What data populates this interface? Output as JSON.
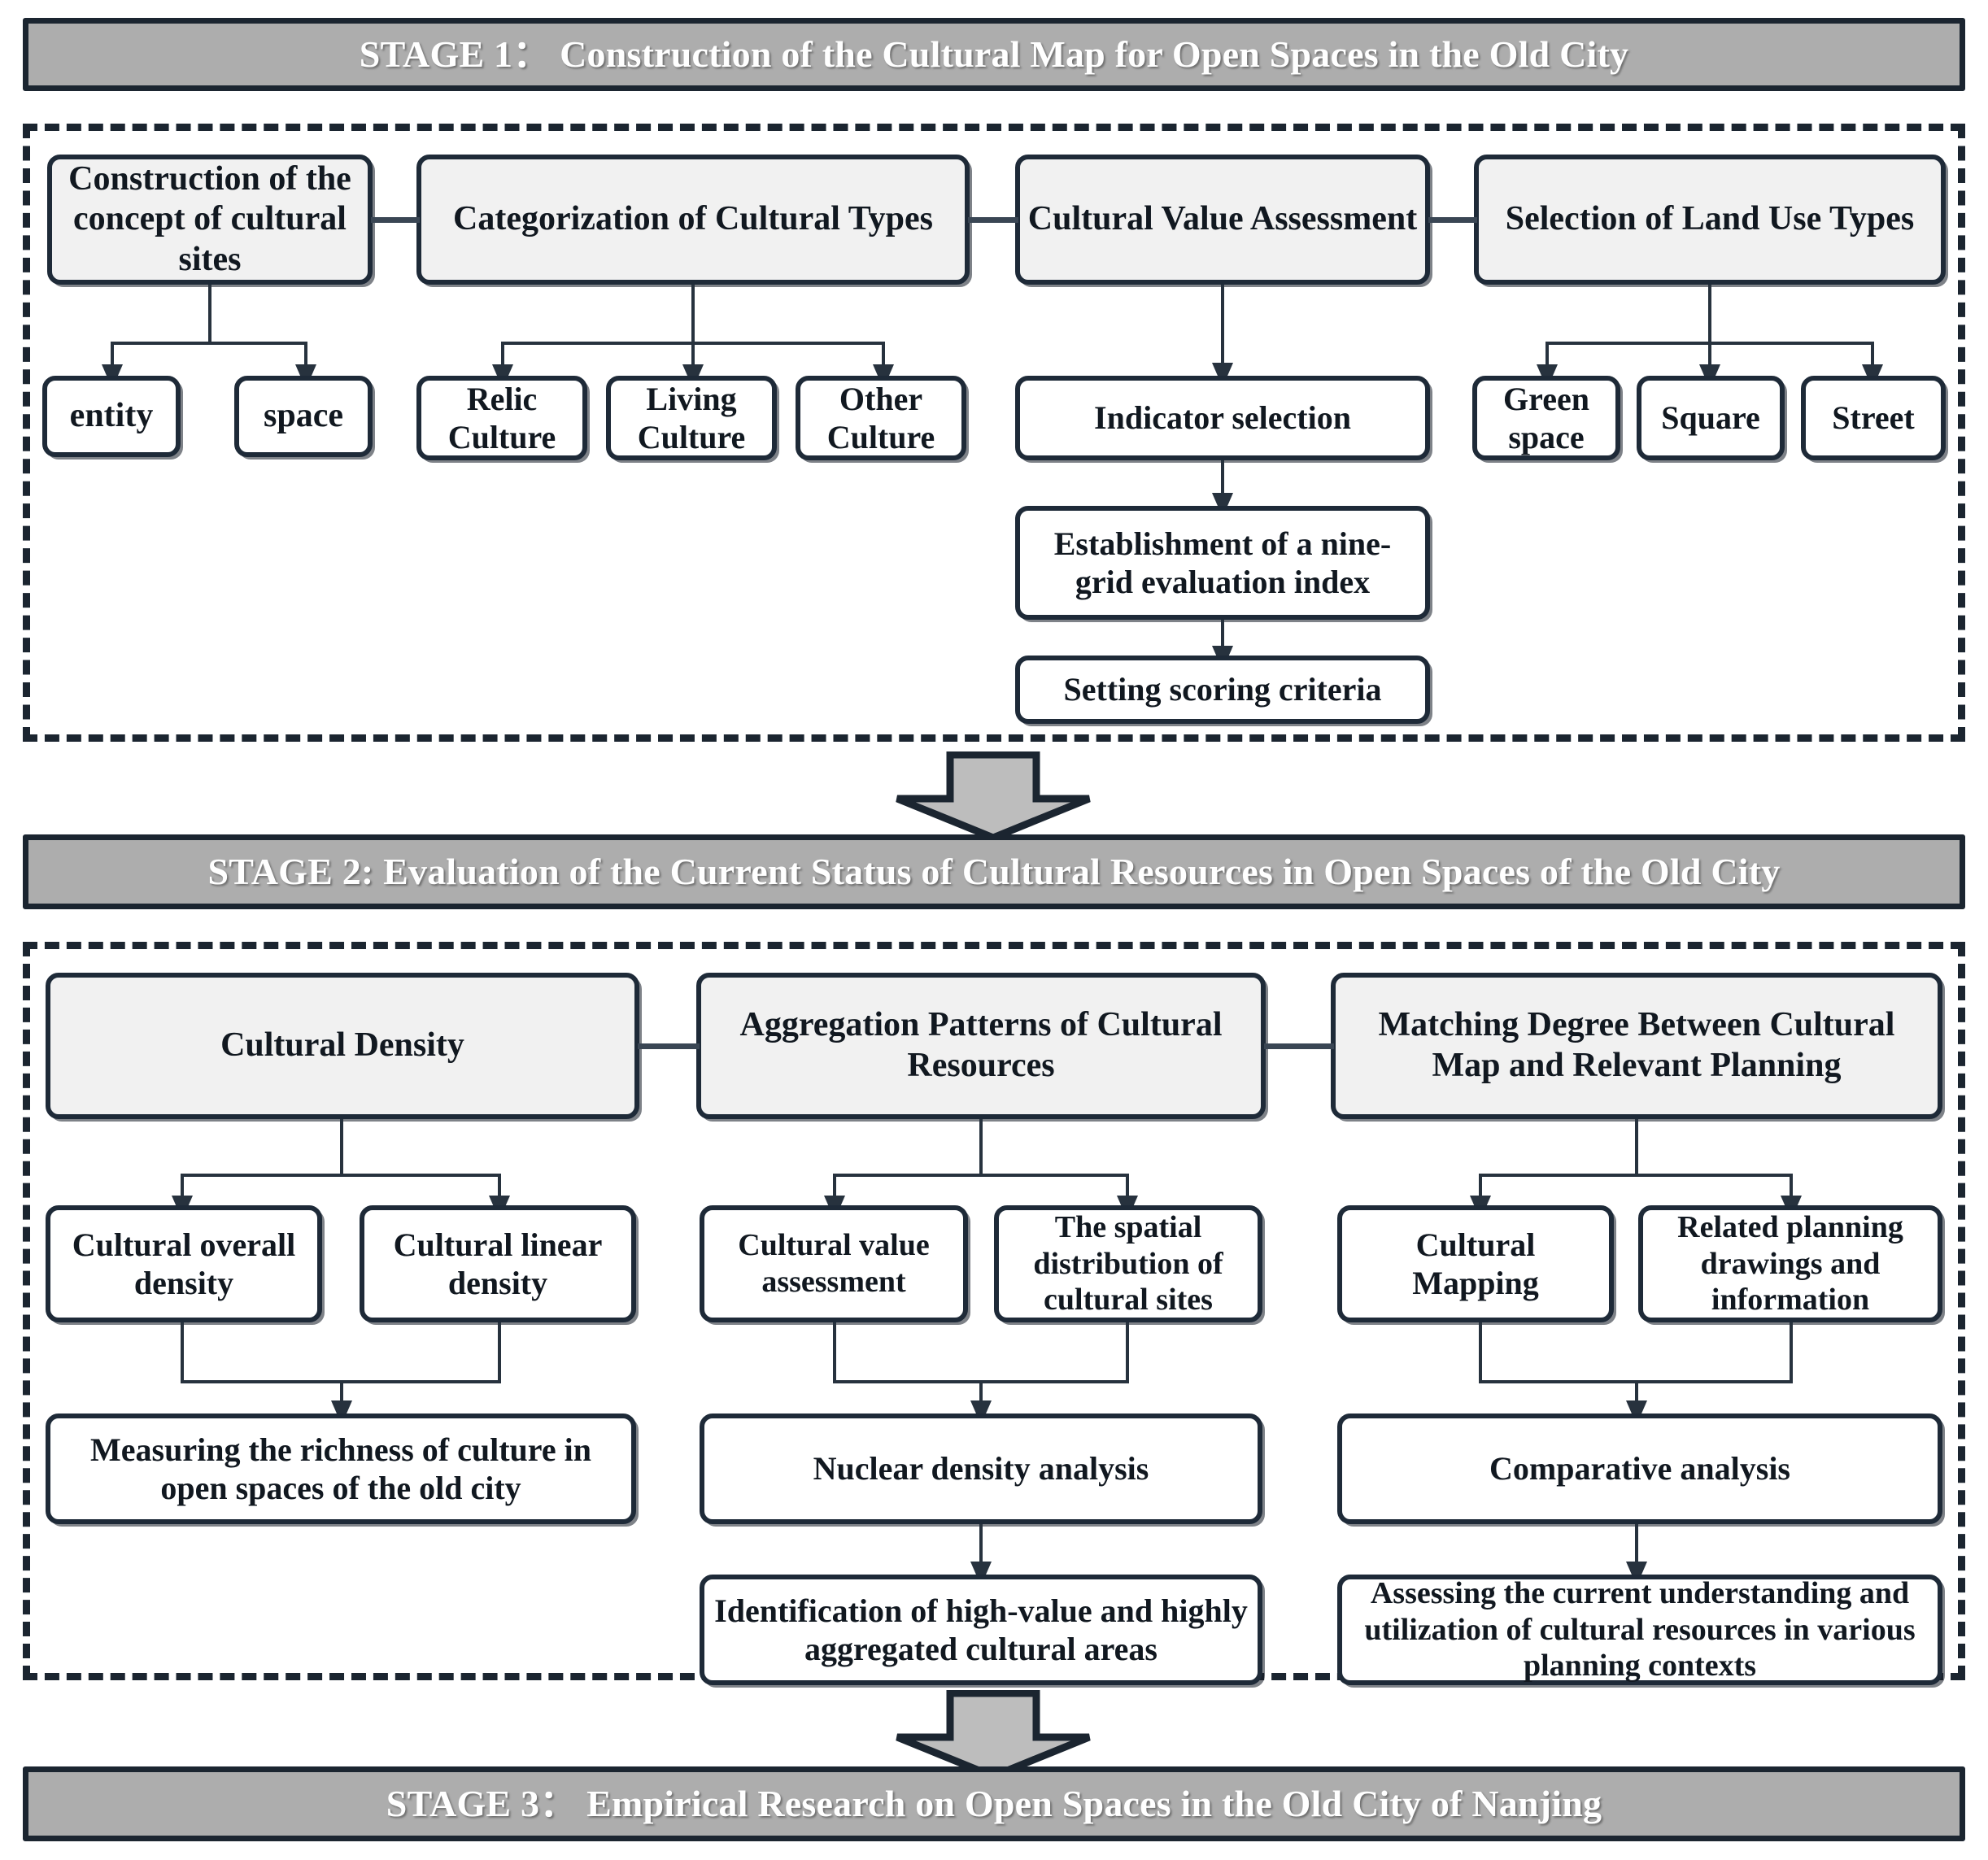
{
  "diagram": {
    "title": "Research framework flowchart: cultural map for open spaces in the old city",
    "colors": {
      "banner_fill": "#adadad",
      "banner_text": "#ffffff",
      "border": "#1e2a38",
      "head_box_fill": "#f1f1f1",
      "node_fill": "#ffffff",
      "arrow_fill": "#bdbdbd"
    }
  },
  "stage1": {
    "banner": "STAGE 1：  Construction of the Cultural Map for Open Spaces in the Old City",
    "columns": [
      {
        "head": "Construction of the concept of cultural sites",
        "children": [
          "entity",
          "space"
        ]
      },
      {
        "head": "Categorization of Cultural Types",
        "children": [
          "Relic Culture",
          "Living Culture",
          "Other Culture"
        ]
      },
      {
        "head": "Cultural Value Assessment",
        "chain": [
          "Indicator selection",
          "Establishment of a nine-grid evaluation index",
          "Setting scoring criteria"
        ]
      },
      {
        "head": "Selection of Land Use Types",
        "children": [
          "Green space",
          "Square",
          "Street"
        ]
      }
    ]
  },
  "stage2": {
    "banner": "STAGE 2: Evaluation of the Current Status of Cultural Resources in Open Spaces of the Old City",
    "columns": [
      {
        "head": "Cultural Density",
        "children": [
          "Cultural overall density",
          "Cultural linear density"
        ],
        "chain": [
          "Measuring the richness of culture in open spaces of the old city"
        ]
      },
      {
        "head": "Aggregation Patterns of Cultural Resources",
        "children": [
          "Cultural value assessment",
          "The spatial distribution of cultural sites"
        ],
        "chain": [
          "Nuclear density analysis",
          "Identification of high-value and highly aggregated cultural areas"
        ]
      },
      {
        "head": "Matching Degree Between Cultural Map and Relevant Planning",
        "children": [
          "Cultural Mapping",
          "Related planning drawings and information"
        ],
        "chain": [
          "Comparative analysis",
          "Assessing the current understanding and utilization of cultural resources in various planning contexts"
        ]
      }
    ]
  },
  "stage3": {
    "banner": "STAGE 3：  Empirical Research on Open Spaces in the Old City of Nanjing"
  }
}
